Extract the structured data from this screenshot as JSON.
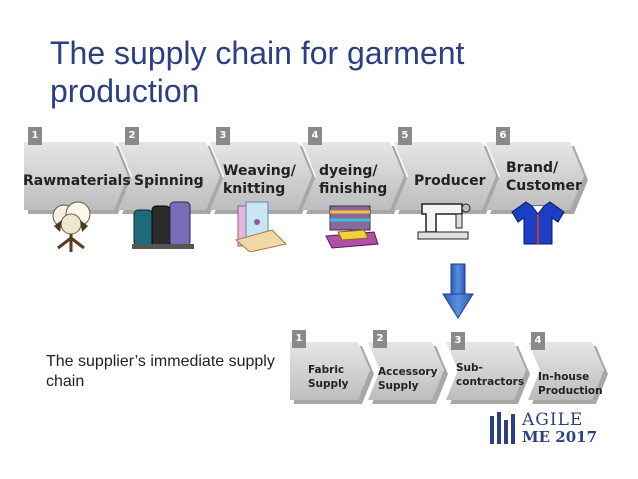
{
  "title": "The supply chain for garment production",
  "main_chain": [
    {
      "number": "1",
      "label": "Rawmaterials",
      "icon": "cotton-plant-icon"
    },
    {
      "number": "2",
      "label": "Spinning",
      "icon": "thread-spools-icon"
    },
    {
      "number": "3",
      "label_lines": [
        "Weaving/",
        "knitting"
      ],
      "icon": "fabric-roll-icon"
    },
    {
      "number": "4",
      "label_lines": [
        "dyeing/",
        "finishing"
      ],
      "icon": "dye-rack-icon"
    },
    {
      "number": "5",
      "label": "Producer",
      "icon": "sewing-machine-icon"
    },
    {
      "number": "6",
      "label_lines": [
        "Brand/",
        "Customer"
      ],
      "icon": "shirt-icon"
    }
  ],
  "arrow_icon": "down-arrow-icon",
  "sub_chain": [
    {
      "number": "1",
      "label_lines": [
        "Fabric",
        "Supply"
      ]
    },
    {
      "number": "2",
      "label_lines": [
        "Accessory",
        "Supply"
      ]
    },
    {
      "number": "3",
      "label_lines": [
        "Sub-",
        "contractors"
      ]
    },
    {
      "number": "4",
      "label_lines": [
        "In-house",
        "Production"
      ]
    }
  ],
  "supplier_text": "The supplier’s immediate supply chain",
  "logo": {
    "line1": "AGILE",
    "line2": "ME 2017"
  },
  "colors": {
    "title": "#2b3f82",
    "chevron": "#d0d0d0",
    "chevron_shadow": "#a8a8a8",
    "arrow": "#3a6fc9"
  }
}
